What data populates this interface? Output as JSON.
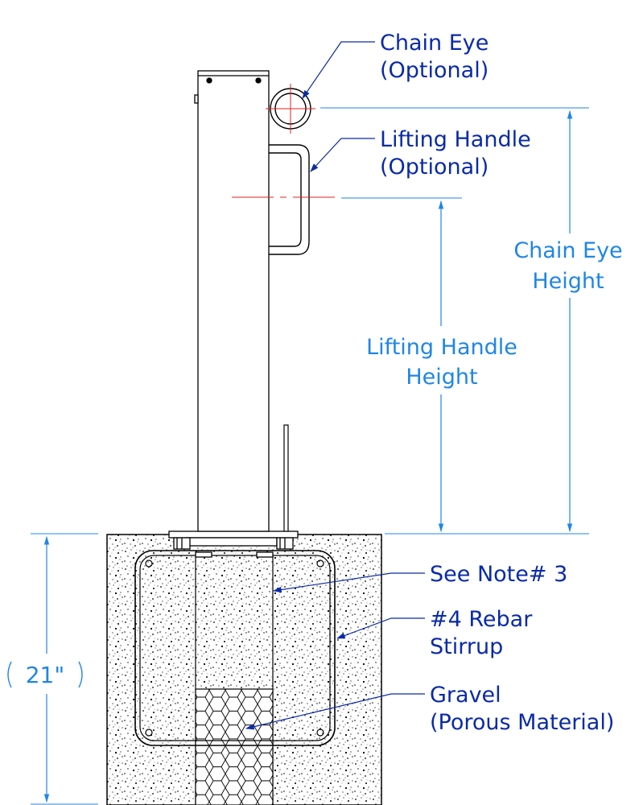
{
  "labels": {
    "chain_eye": {
      "line1": "Chain Eye",
      "line2": "(Optional)"
    },
    "lifting_handle": {
      "line1": "Lifting Handle",
      "line2": "(Optional)"
    },
    "chain_eye_height": {
      "line1": "Chain Eye",
      "line2": "Height"
    },
    "lifting_handle_height": {
      "line1": "Lifting Handle",
      "line2": "Height"
    },
    "see_note": "See Note# 3",
    "rebar": {
      "line1": "#4 Rebar",
      "line2": "Stirrup"
    },
    "gravel": {
      "line1": "Gravel",
      "line2": "(Porous Material)"
    },
    "footing_depth": "21\""
  },
  "colors": {
    "leader_text": "#0a2aa8",
    "dimension": "#1f86e6",
    "centerline": "#e02020",
    "outline": "#000000"
  }
}
